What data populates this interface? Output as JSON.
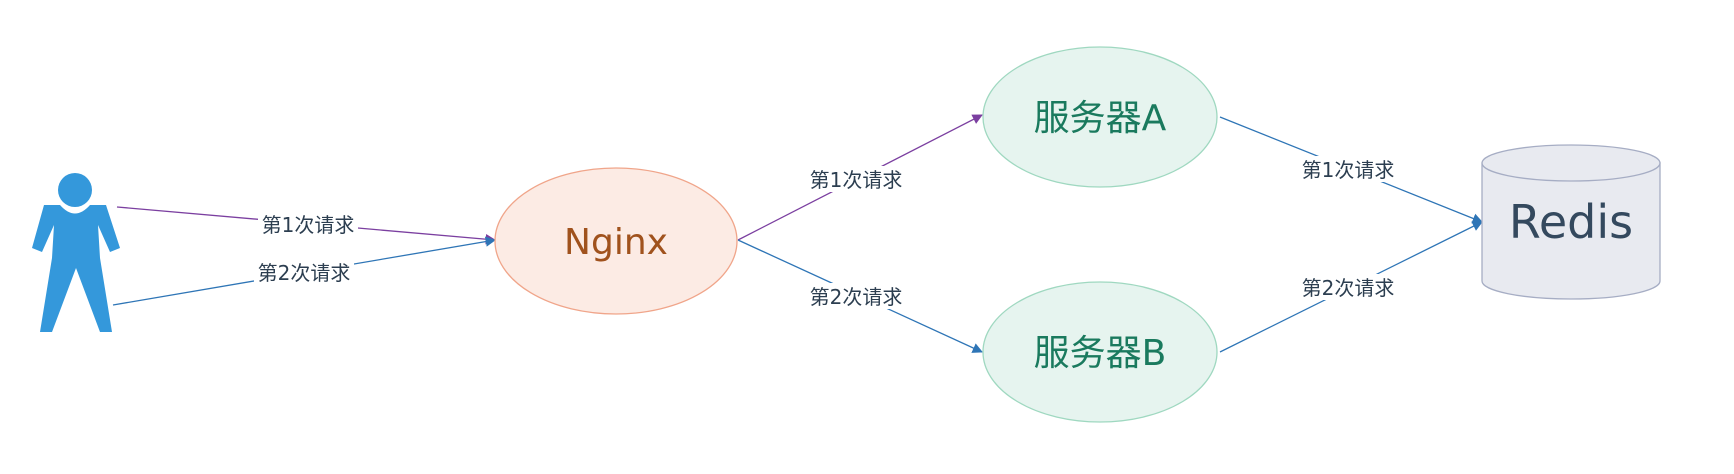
{
  "nodes": {
    "nginx": {
      "label": "Nginx",
      "fill": "#fcebe4",
      "stroke": "#f0a58a",
      "text_color": "#a0521d"
    },
    "server_a": {
      "label": "服务器A",
      "fill": "#e6f4ef",
      "stroke": "#9fd8c0",
      "text_color": "#1a7a5e"
    },
    "server_b": {
      "label": "服务器B",
      "fill": "#e6f4ef",
      "stroke": "#9fd8c0",
      "text_color": "#1a7a5e"
    },
    "redis": {
      "label": "Redis",
      "fill": "#e8eaf0",
      "stroke": "#a6adc4",
      "text_color": "#34495e"
    },
    "user": {
      "icon": "person-icon",
      "color": "#3498db"
    }
  },
  "edges": {
    "user_to_nginx_1": {
      "label": "第1次请求",
      "color": "#7b3fa0"
    },
    "user_to_nginx_2": {
      "label": "第2次请求",
      "color": "#2e75b6"
    },
    "nginx_to_a": {
      "label": "第1次请求",
      "color": "#7b3fa0"
    },
    "nginx_to_b": {
      "label": "第2次请求",
      "color": "#2e75b6"
    },
    "a_to_redis": {
      "label": "第1次请求",
      "color": "#2e75b6"
    },
    "b_to_redis": {
      "label": "第2次请求",
      "color": "#2e75b6"
    }
  },
  "label_text_color": "#2c3e50"
}
